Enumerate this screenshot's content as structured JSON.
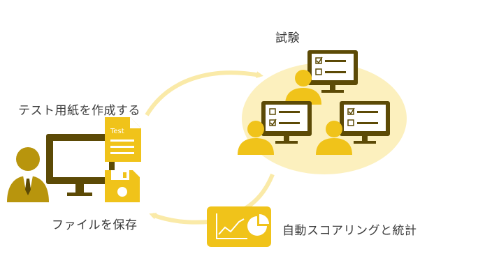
{
  "labels": {
    "exam": "試験",
    "create_test": "テスト用紙を作成する",
    "save_file": "ファイルを保存",
    "scoring": "自動スコアリングと統計"
  },
  "document": {
    "text": "Test"
  },
  "colors": {
    "gold": "#F0C31A",
    "dark_gold": "#B8950D",
    "olive_dark": "#5C4A06",
    "ellipse": "#FCF0BE",
    "arrow": "#FAEAA8",
    "text": "#3A3A3A"
  },
  "icons": [
    "person-icon",
    "monitor-icon",
    "document-icon",
    "floppy-disk-icon",
    "checklist-icon",
    "line-chart-icon",
    "pie-chart-icon",
    "curved-arrow-icon"
  ]
}
